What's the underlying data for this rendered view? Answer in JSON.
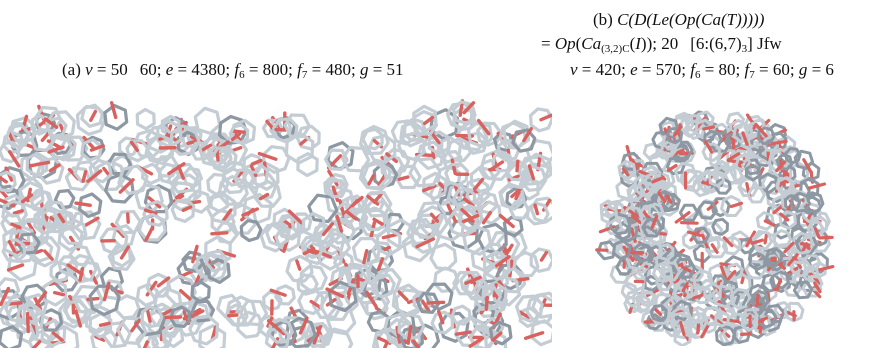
{
  "panel_a": {
    "label": "(a)",
    "v_eq": "v = 50",
    "v_gap": "60",
    "e": "; e = 4380;",
    "f6": "f6 = 800;",
    "f7": "f7 = 480;",
    "g": "g = 51"
  },
  "panel_b": {
    "label": "(b)",
    "formula": "C(D(Le(Op(Ca(T)))))",
    "equiv_prefix": "= Op(Ca",
    "equiv_sub": "(3,2)C",
    "equiv_suffix": "(I)); 20",
    "notation_pre": "[6:(6,7)",
    "notation_sub": "3",
    "notation_post": "] Jfw",
    "v": "v = 420;",
    "e": "e = 570;",
    "f6": "f6 = 80;",
    "f7": "f7 = 60;",
    "g": "g = 6"
  },
  "colors": {
    "red_bond": "#d9625f",
    "grey_bond": "#c4ccd4",
    "grey_dark": "#8d98a3",
    "background": "#ffffff"
  }
}
